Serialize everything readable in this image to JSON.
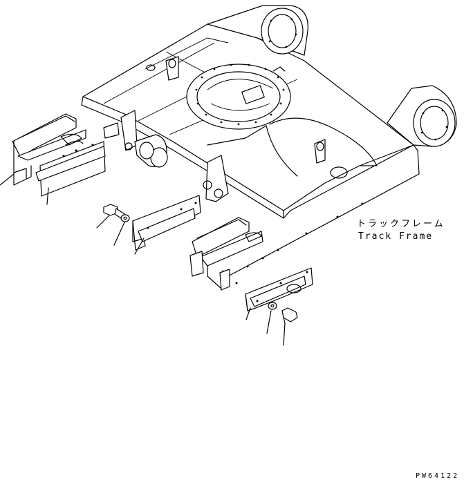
{
  "labels": {
    "part_name_jp": "トラックフレーム",
    "part_name_en": "Track Frame"
  },
  "figure_code": "PW64122",
  "colors": {
    "line": "#000000",
    "background": "#ffffff"
  }
}
